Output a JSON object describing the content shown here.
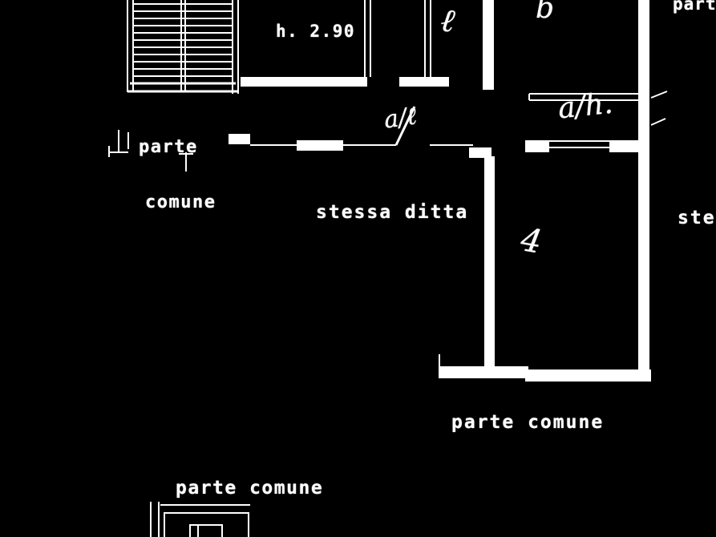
{
  "labels": {
    "top_left_line1": "parte",
    "top_left_line2": "comune",
    "height_note": "h. 2.90",
    "stessa_ditta": "stessa ditta",
    "top_right_cut": "parte",
    "right_edge_cut": "stessa",
    "bottom_middle": "parte comune",
    "bottom_left": "parte comune"
  },
  "annotations": {
    "room_b": "b",
    "door_mark_top": "ℓ",
    "door_mark_center": "a/ℓ",
    "door_mark_right": "a/h.",
    "door_mark_lower": "4"
  },
  "colors": {
    "background": "#000000",
    "line": "#ffffff"
  }
}
